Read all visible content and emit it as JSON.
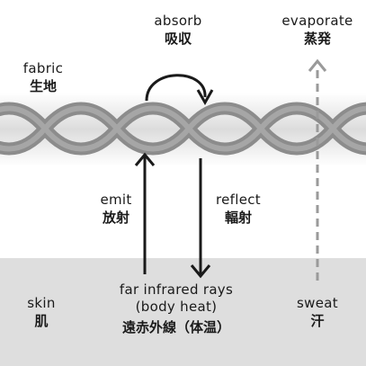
{
  "labels": {
    "absorb": {
      "en": "absorb",
      "jp": "吸収"
    },
    "evaporate": {
      "en": "evaporate",
      "jp": "蒸発"
    },
    "fabric": {
      "en": "fabric",
      "jp": "生地"
    },
    "emit": {
      "en": "emit",
      "jp": "放射"
    },
    "reflect": {
      "en": "reflect",
      "jp": "輻射"
    },
    "skin": {
      "en": "skin",
      "jp": "肌"
    },
    "far_infrared": {
      "line1": "far infrared rays",
      "line2": "(body heat)",
      "jp": "遠赤外線（体温）"
    },
    "sweat": {
      "en": "sweat",
      "jp": "汗"
    }
  },
  "colors": {
    "arrow": "#1a1a1a",
    "dashed_arrow": "#9a9a9a",
    "strand_outer": "#8c8c8c",
    "strand_inner": "#a5a5a5",
    "skin": "#dedede"
  },
  "icons": {
    "absorb": "curved-arrow-icon",
    "evaporate": "dashed-up-arrow-icon"
  }
}
